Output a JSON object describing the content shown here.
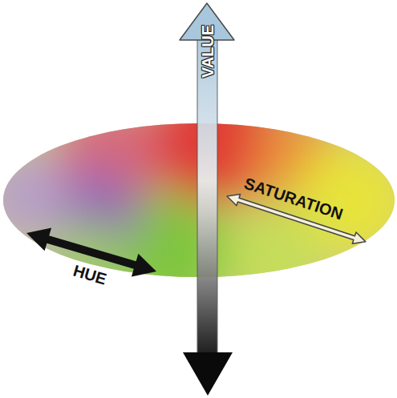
{
  "diagram": {
    "labels": [
      "VALUE",
      "SATURATION",
      "HUE"
    ]
  }
}
